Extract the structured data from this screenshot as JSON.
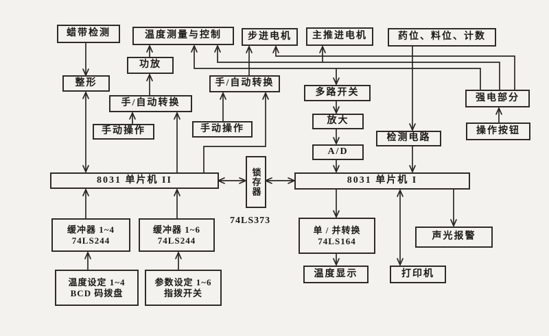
{
  "diagram": {
    "title_hint": "8031 dual-MCU control system block diagram (scanned figure)",
    "colors": {
      "background": "#f3f2ee",
      "line": "#2a2722",
      "border": "#2e2b26",
      "text": "#1c1a17"
    },
    "boxes": {
      "wax_tape_detect": {
        "label": "蜡带检测"
      },
      "temp_measure_control": {
        "label": "温度测量与控制"
      },
      "stepper_motor": {
        "label": "步进电机"
      },
      "main_drive_motor": {
        "label": "主推进电机"
      },
      "level_count": {
        "label": "药位、料位、计数"
      },
      "power_amp": {
        "label": "功放"
      },
      "shaping": {
        "label": "整形"
      },
      "manual_auto_mid": {
        "label": "手/自动转换"
      },
      "multiplexer": {
        "label": "多路开关"
      },
      "high_voltage": {
        "label": "强电部分"
      },
      "manual_auto_left": {
        "label": "手/自动转换"
      },
      "amplify": {
        "label": "放大"
      },
      "manual_op_left": {
        "label": "手动操作"
      },
      "manual_op_mid": {
        "label": "手动操作"
      },
      "operate_buttons": {
        "label": "操作按钮"
      },
      "detect_circuit": {
        "label": "检测电路"
      },
      "ad_converter": {
        "label": "A/D"
      },
      "mcu2": {
        "label": "8031 单片机  II"
      },
      "latch": {
        "label": "锁存器"
      },
      "mcu1": {
        "label": "8031 单片机  I"
      },
      "buffer14": {
        "line1": "缓冲器 1~4",
        "line2": "74LS244"
      },
      "buffer16": {
        "line1": "缓冲器 1~6",
        "line2": "74LS244"
      },
      "serial_parallel": {
        "line1": "单 / 并转换",
        "line2": "74LS164"
      },
      "alarm": {
        "label": "声光报警"
      },
      "temp_setting": {
        "line1": "温度设定 1~4",
        "line2": "BCD 码拨盘"
      },
      "param_setting": {
        "line1": "参数设定 1~6",
        "line2": "指拨开关"
      },
      "temp_display": {
        "label": "温度显示"
      },
      "printer": {
        "label": "打印机"
      }
    },
    "annotations": {
      "ls373": "74LS373"
    }
  }
}
